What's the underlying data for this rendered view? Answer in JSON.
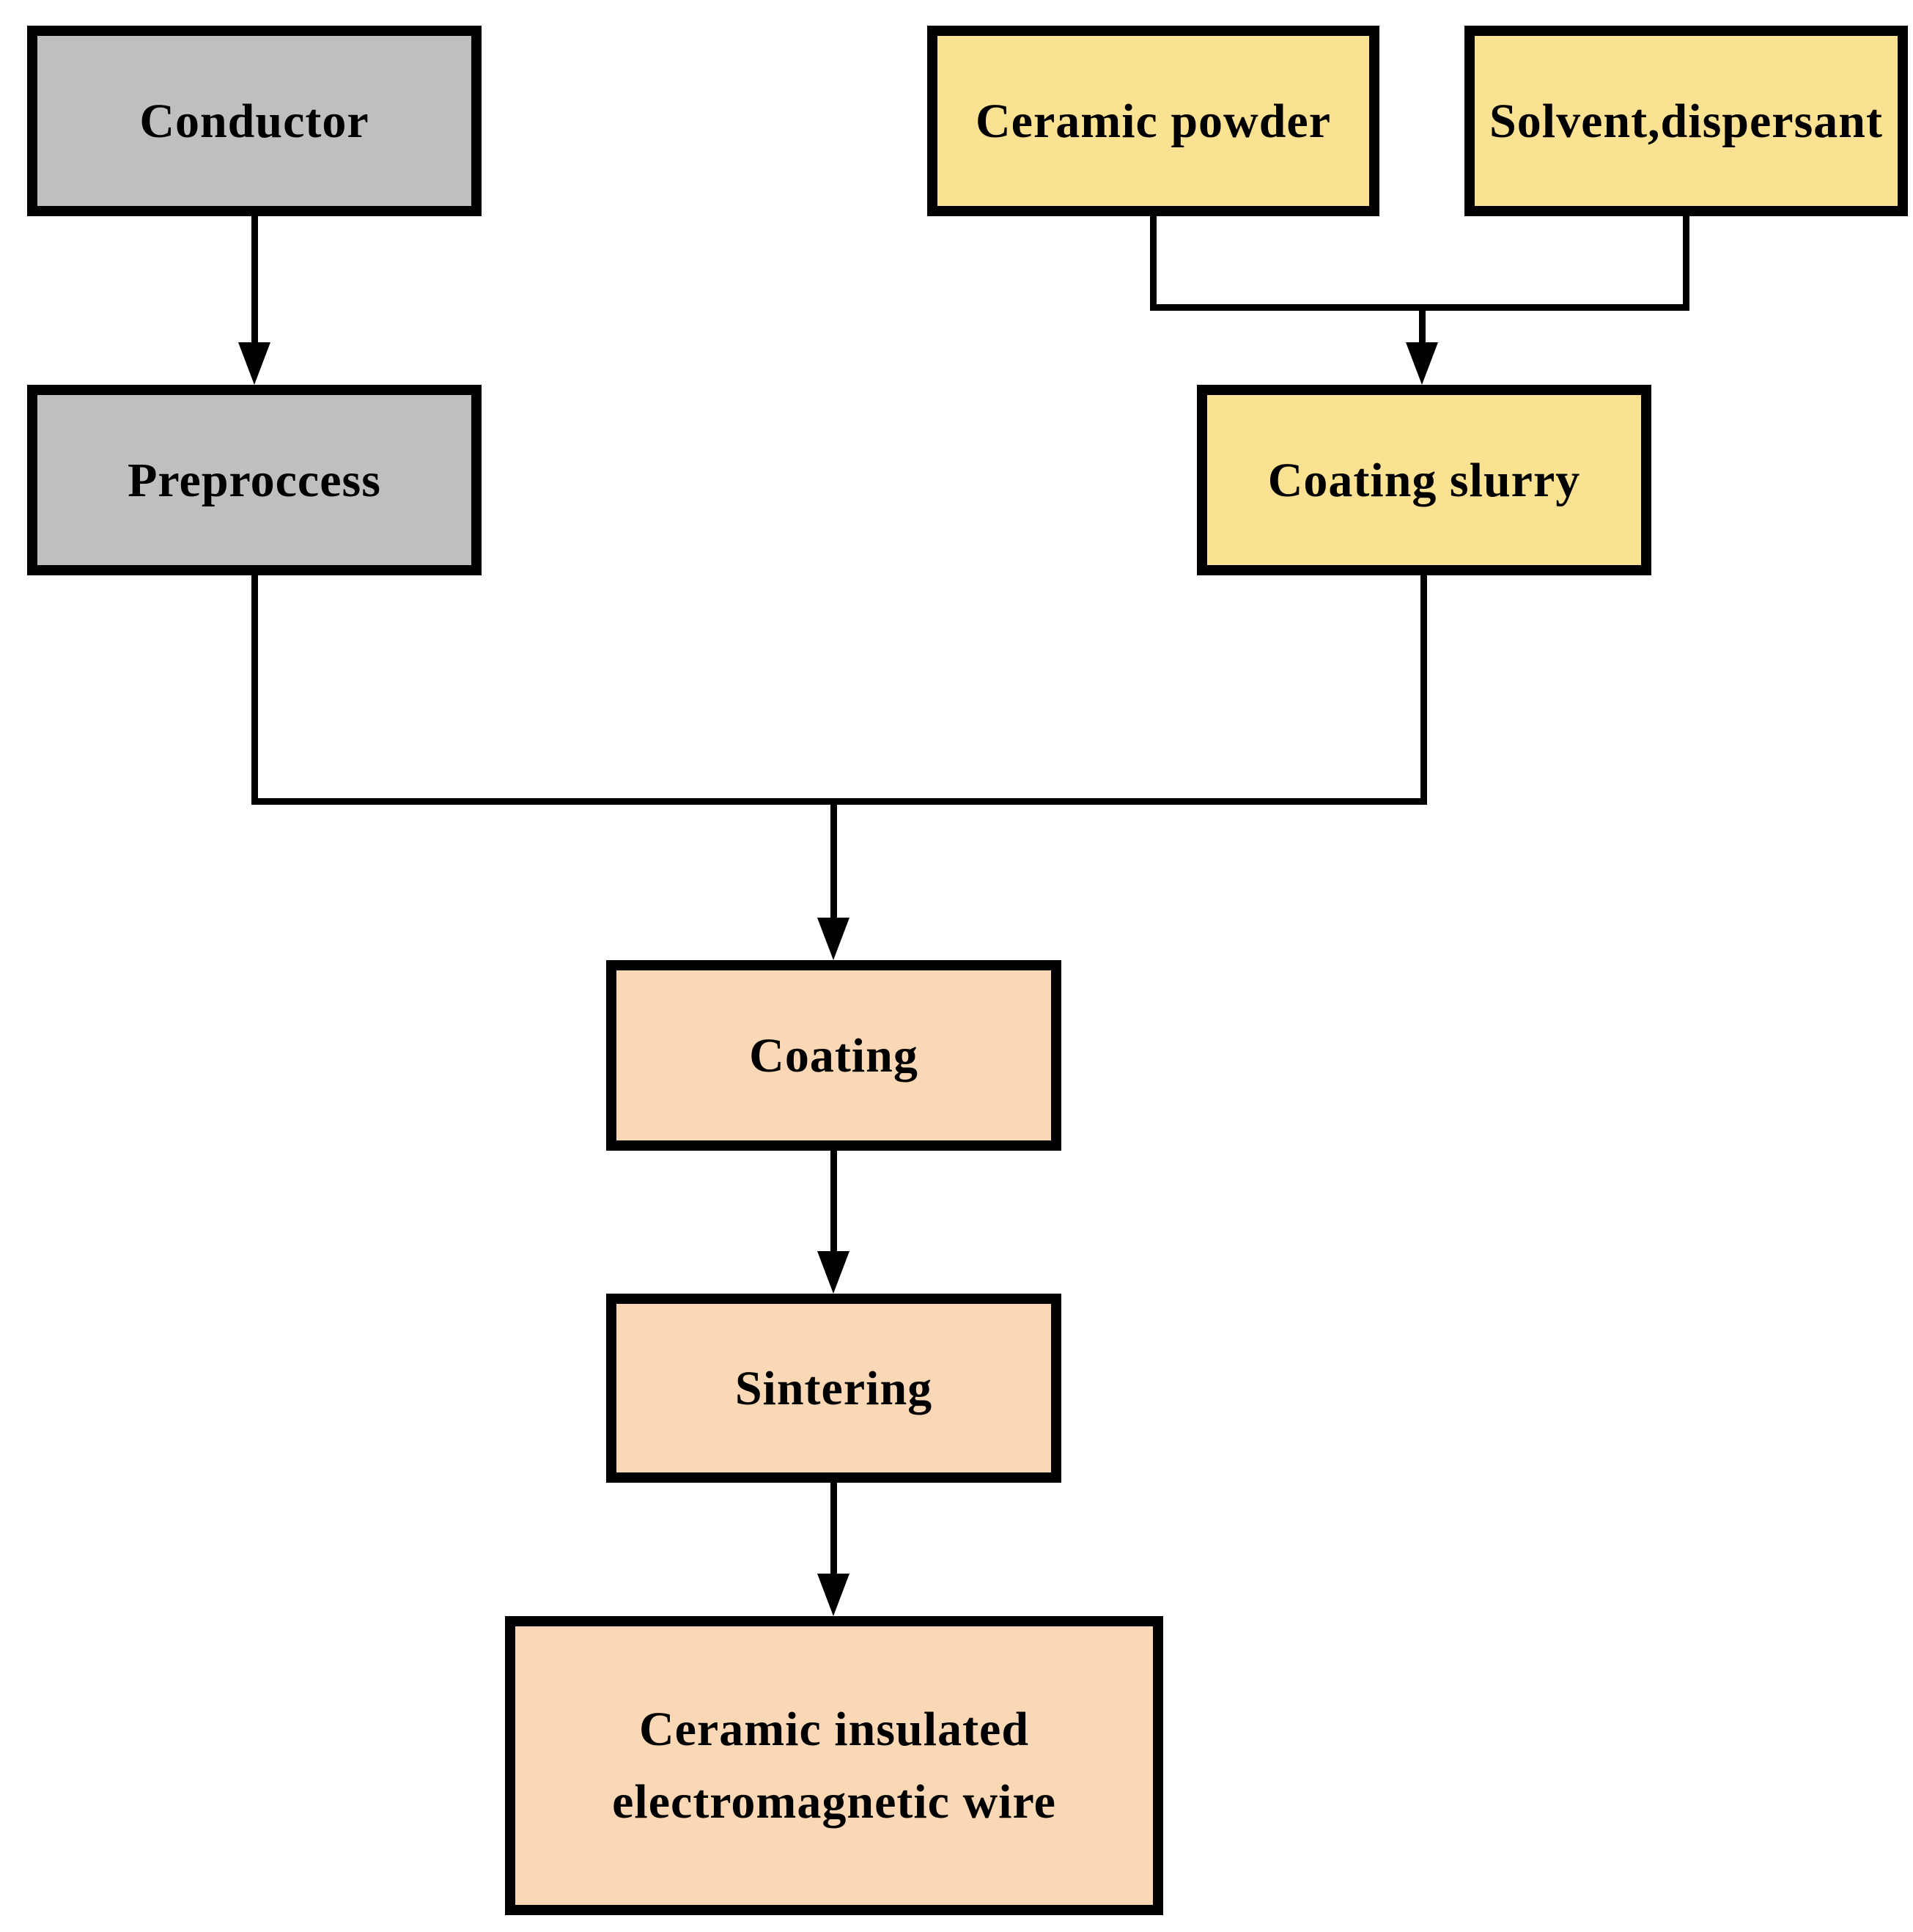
{
  "flowchart": {
    "background": "#FFFFFF",
    "colors": {
      "gray_fill": "#BFBFBF",
      "yellow_fill": "#FBE192",
      "peach_fill": "#FAD7B5",
      "line_color": "#000000",
      "text_color": "#000000"
    },
    "nodes": [
      {
        "id": "conductor",
        "label": "Conductor",
        "fill": "#BFBFBF"
      },
      {
        "id": "ceramic-powder",
        "label": "Ceramic powder",
        "fill": "#FBE192"
      },
      {
        "id": "solvent-dispersant",
        "label": "Solvent,dispersant",
        "fill": "#FBE192"
      },
      {
        "id": "preproccess",
        "label": "Preproccess",
        "fill": "#BFBFBF"
      },
      {
        "id": "coating-slurry",
        "label": "Coating slurry",
        "fill": "#FBE192"
      },
      {
        "id": "coating",
        "label": "Coating",
        "fill": "#FAD7B5"
      },
      {
        "id": "sintering",
        "label": "Sintering",
        "fill": "#FAD7B5"
      },
      {
        "id": "ceramic-insulated-wire",
        "label": "Ceramic insulated\nelectromagnetic wire",
        "fill": "#FAD7B5"
      }
    ],
    "edges": [
      {
        "from": "conductor",
        "to": "preproccess",
        "type": "arrow"
      },
      {
        "from": "ceramic-powder",
        "to": "coating-slurry",
        "type": "merge-arrow"
      },
      {
        "from": "solvent-dispersant",
        "to": "coating-slurry",
        "type": "merge-arrow"
      },
      {
        "from": "preproccess",
        "to": "coating",
        "type": "merge-arrow"
      },
      {
        "from": "coating-slurry",
        "to": "coating",
        "type": "merge-arrow"
      },
      {
        "from": "coating",
        "to": "sintering",
        "type": "arrow"
      },
      {
        "from": "sintering",
        "to": "ceramic-insulated-wire",
        "type": "arrow"
      }
    ]
  }
}
